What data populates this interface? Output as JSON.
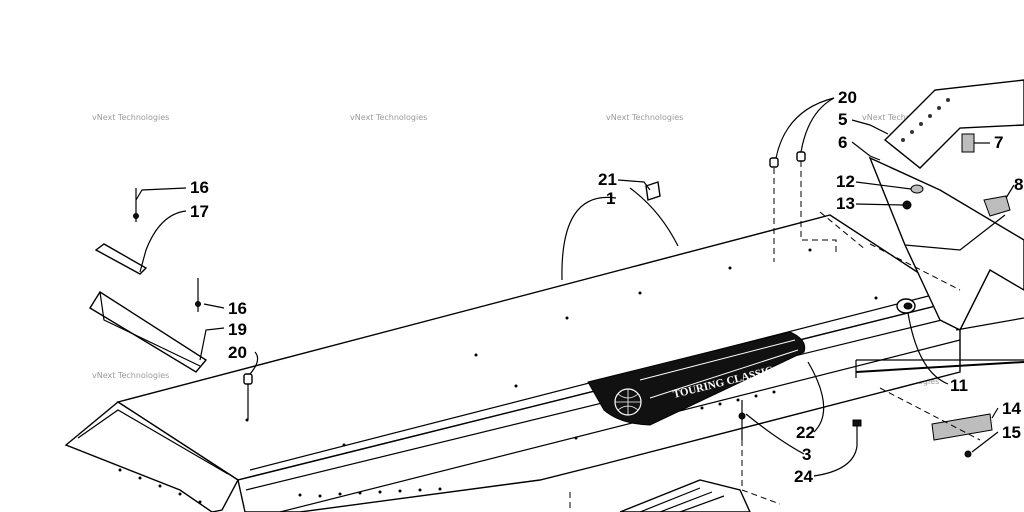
{
  "callouts": {
    "c1": "1",
    "c3": "3",
    "c5": "5",
    "c6": "6",
    "c7": "7",
    "c8": "8",
    "c11": "11",
    "c12": "12",
    "c13": "13",
    "c14": "14",
    "c15": "15",
    "c16a": "16",
    "c16b": "16",
    "c17": "17",
    "c19": "19",
    "c20a": "20",
    "c20b": "20",
    "c21": "21",
    "c22": "22",
    "c24": "24"
  },
  "decal": {
    "text": "TOURING CLASSIC"
  },
  "watermark": {
    "text": "vNext Technologies"
  }
}
